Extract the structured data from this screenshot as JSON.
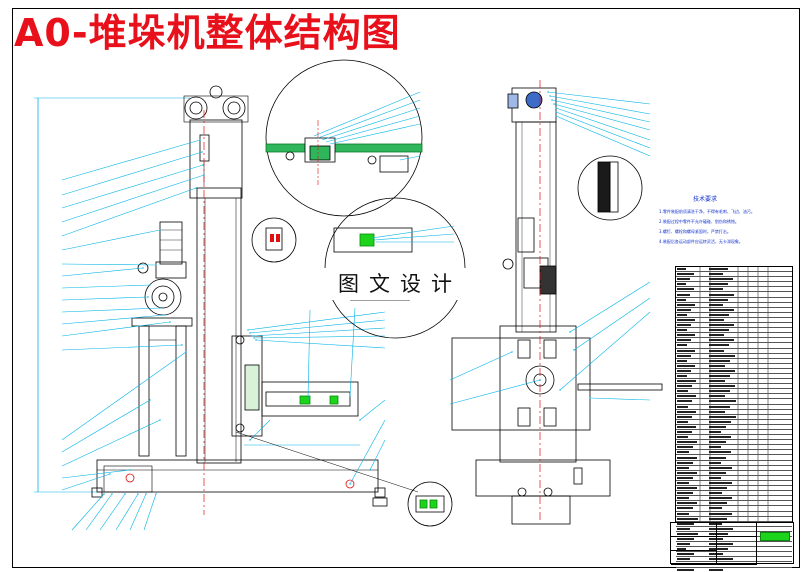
{
  "title": "A0-堆垛机整体结构图",
  "watermark": "图文设计",
  "notes": {
    "title": "技术要求",
    "items": [
      "1.零件装配前须清洗干净，不得有毛刺、飞边、油污。",
      "2.装配过程中零件不允许磕碰、划伤和锈蚀。",
      "3.螺钉、螺栓和螺母紧固时，严禁打击。",
      "4.装配后各运动部件应运转灵活，无卡滞现象。"
    ]
  },
  "colors": {
    "title": "#e8101a",
    "leader_lines": "#00b4e6",
    "center_lines": "#e01010",
    "notes_text": "#1030d0",
    "stamp": "#1bd41b"
  }
}
